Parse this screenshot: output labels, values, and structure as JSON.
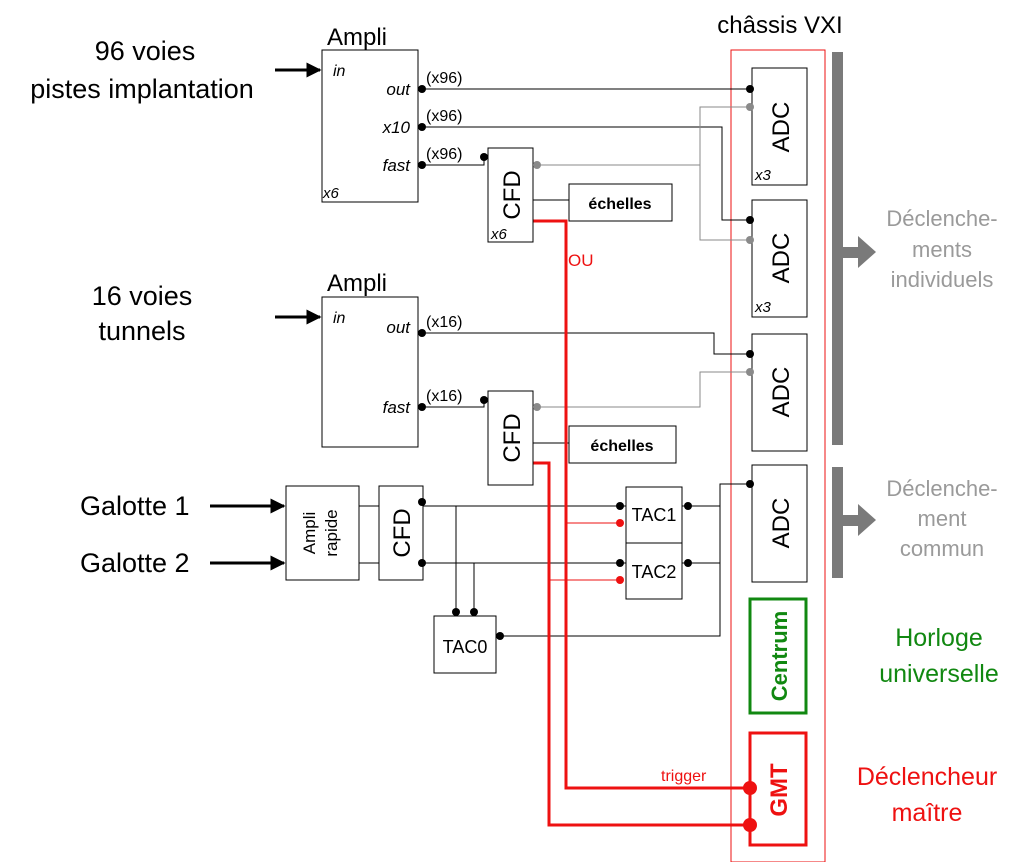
{
  "header": {
    "chassis_title": "châssis VXI"
  },
  "inputs": {
    "pistes_line1": "96 voies",
    "pistes_line2": "pistes implantation",
    "tunnels_line1": "16 voies",
    "tunnels_line2": "tunnels",
    "galotte1": "Galotte 1",
    "galotte2": "Galotte 2"
  },
  "ampli_top": {
    "title": "Ampli",
    "in_label": "in",
    "out_label": "out",
    "x10_label": "x10",
    "fast_label": "fast",
    "mult_label": "x6"
  },
  "ampli_mid": {
    "title": "Ampli",
    "in_label": "in",
    "out_label": "out",
    "fast_label": "fast"
  },
  "channel_counts": {
    "c96_out": "(x96)",
    "c96_x10": "(x96)",
    "c96_fast": "(x96)",
    "c16_out": "(x16)",
    "c16_fast": "(x16)"
  },
  "modules": {
    "cfd": "CFD",
    "cfd_top_mult": "x6",
    "echelles": "échelles",
    "ampli_rapide_line1": "Ampli",
    "ampli_rapide_line2": "rapide",
    "tac0": "TAC0",
    "tac1": "TAC1",
    "tac2": "TAC2",
    "adc": "ADC",
    "adc_mult": "x3",
    "centrum": "Centrum",
    "gmt": "GMT"
  },
  "signals": {
    "ou": "OU",
    "trigger": "trigger"
  },
  "right_labels": {
    "individuels_line1": "Déclenche-",
    "individuels_line2": "ments",
    "individuels_line3": "individuels",
    "commun_line1": "Déclenche-",
    "commun_line2": "ment",
    "commun_line3": "commun",
    "horloge_line1": "Horloge",
    "horloge_line2": "universelle",
    "maitre_line1": "Déclencheur",
    "maitre_line2": "maître"
  },
  "colors": {
    "signal_black": "#000000",
    "secondary_gray": "#8a8a8a",
    "trigger_red": "#ee1111",
    "clock_green": "#118811",
    "label_gray": "#9a9a9a",
    "bus_gray": "#7a7a7a"
  }
}
